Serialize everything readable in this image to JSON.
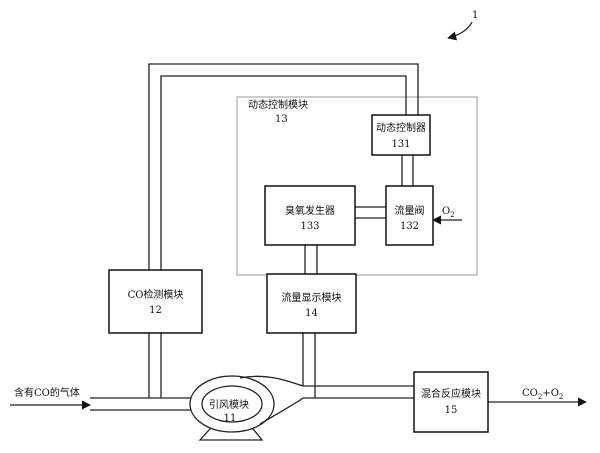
{
  "figure_number": "1",
  "dynamic_control_module": {
    "label": "动态控制模块",
    "number": "13"
  },
  "co_detection_module": {
    "label": "CO检测模块",
    "number": "12"
  },
  "dynamic_controller": {
    "label": "动态控制器",
    "number": "131"
  },
  "ozone_generator": {
    "label": "臭氧发生器",
    "number": "133"
  },
  "flow_valve": {
    "label": "流量阀",
    "number": "132"
  },
  "flow_display_module": {
    "label": "流量显示模块",
    "number": "14"
  },
  "induced_draft_module": {
    "label": "引风模块",
    "number": "11"
  },
  "mixing_reaction_module": {
    "label": "混合反应模块",
    "number": "15"
  },
  "input_gas_label": "含有CO的气体",
  "o2_input": {
    "base": "O",
    "sub": "2"
  },
  "output": {
    "parts": [
      "CO",
      "2",
      "+O",
      "2"
    ]
  }
}
